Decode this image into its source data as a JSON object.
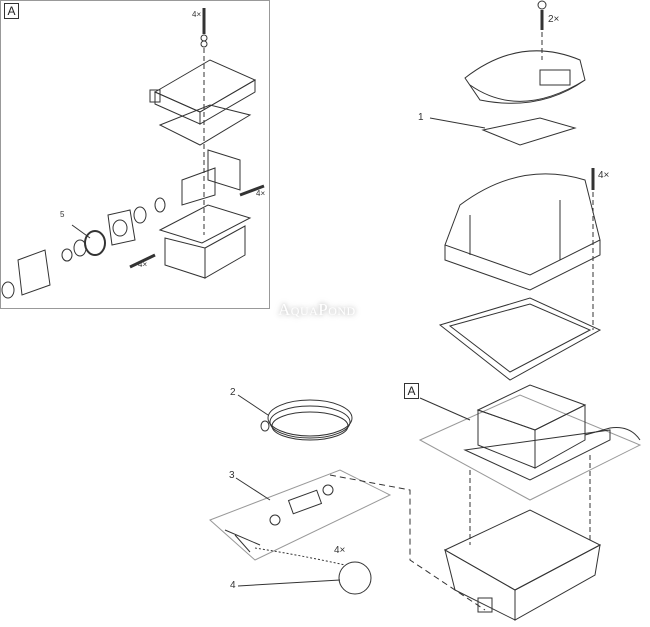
{
  "inset": {
    "label": "A",
    "callouts": {
      "top_screw_qty": "4×",
      "side_screw_qty": "4×",
      "bottom_screw_qty": "4×",
      "part5": "5"
    }
  },
  "main": {
    "top_screw_qty": "2×",
    "part1": "1",
    "housing_screw_qty": "4×",
    "assembly_ref": "A",
    "part2": "2",
    "part3": "3",
    "valve_qty": "4×",
    "part4": "4"
  },
  "watermark": "AquaPond",
  "colors": {
    "line": "#333333",
    "background": "#ffffff"
  }
}
